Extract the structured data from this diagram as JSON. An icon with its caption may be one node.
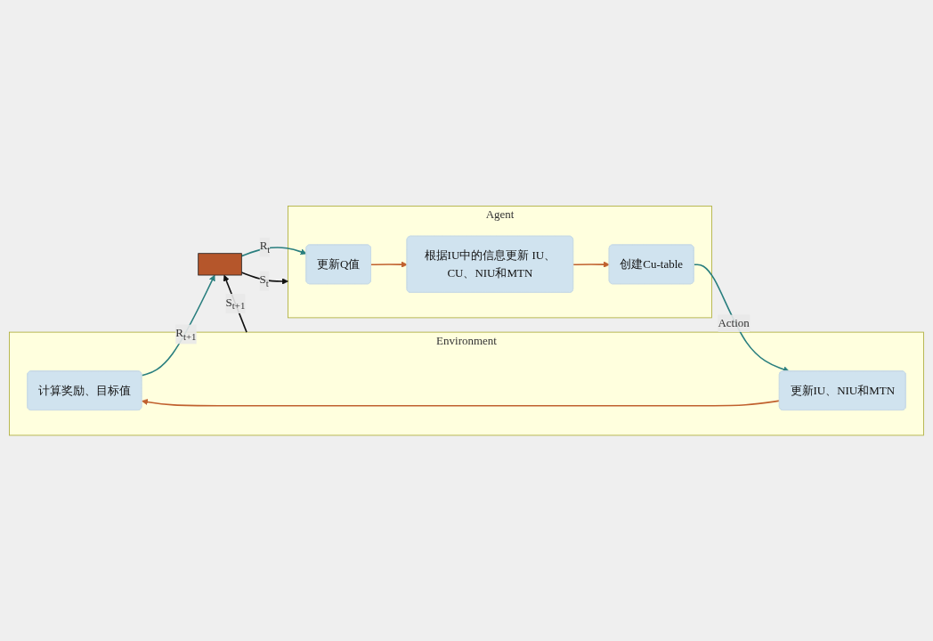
{
  "diagram": {
    "nodes": [
      {
        "text": [
          "Environment"
        ]
      },
      {
        "text": [
          "计算奖励、目标值"
        ],
        "in": 0
      },
      {
        "text": [
          "更新IU、NIU和MTN"
        ],
        "in": 0
      },
      {
        "text": [],
        "shape": "bar"
      },
      {
        "text": [
          "Agent"
        ]
      },
      {
        "text": [
          "更新Q值"
        ],
        "in": 4
      },
      {
        "text": [
          "根据IU中的信息更新 IU、CU、NIU和MTN"
        ],
        "in": 4
      },
      {
        "text": [
          "创建Cu-table"
        ],
        "in": 4
      }
    ],
    "edges": [
      {
        "from": 2,
        "to": 1,
        "arrow": "to",
        "color": "#c0602e"
      },
      {
        "from": 1,
        "to": 3,
        "arrow": "to",
        "label": "R$_{t+1}$",
        "color": "#2a7f7f"
      },
      {
        "from": 3,
        "to": 5,
        "arrow": "to",
        "label": "R$_{t}$",
        "color": "#2a7f7f"
      },
      {
        "from": 0,
        "to": 3,
        "arrow": "to",
        "label": "S$_{t+1}$",
        "color": "#111111"
      },
      {
        "from": 3,
        "to": 4,
        "arrow": "to",
        "label": "S$_{t}$",
        "color": "#111111"
      },
      {
        "from": 5,
        "to": 6,
        "arrow": "to",
        "color": "#c0602e"
      },
      {
        "from": 6,
        "to": 7,
        "arrow": "to",
        "color": "#c0602e"
      },
      {
        "from": 7,
        "to": 2,
        "arrow": "to",
        "label": "Action",
        "color": "#2a7f7f"
      }
    ]
  }
}
